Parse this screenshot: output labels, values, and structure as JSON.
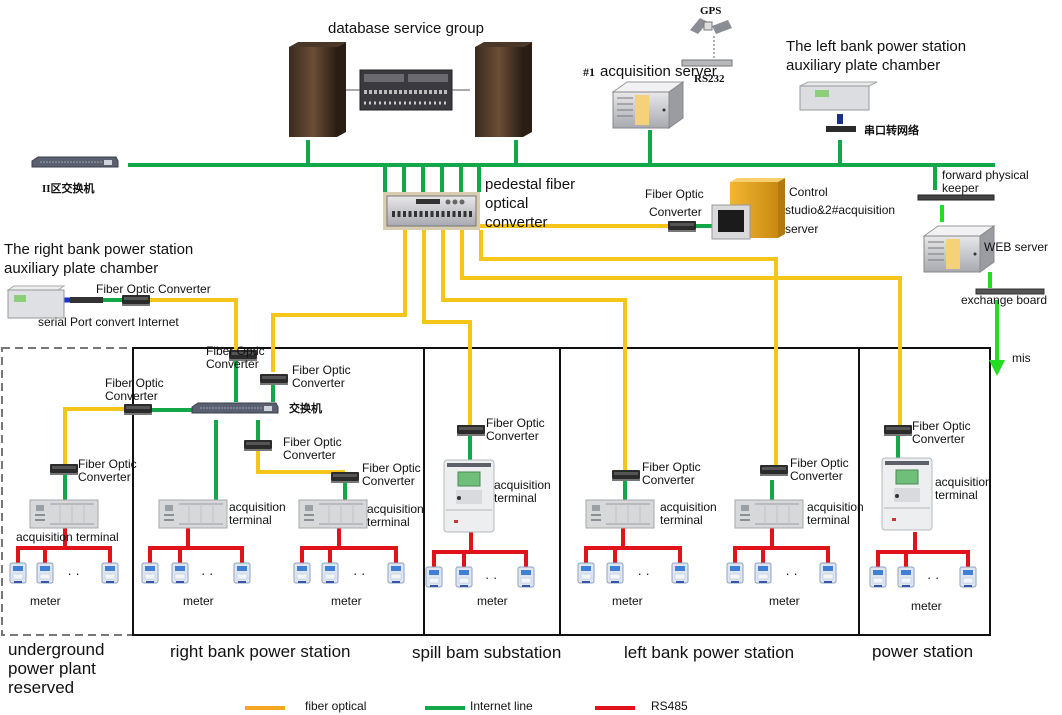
{
  "title_labels": {
    "database_group": "database service group",
    "gps": "GPS",
    "rs232": "RS232",
    "acq_server_1_prefix": "#1",
    "acq_server_1": "acquisition server",
    "left_bank_chamber_line1": "The left bank power station",
    "left_bank_chamber_line2": "auxiliary plate chamber",
    "serial_to_network": "串口转网络",
    "zone2_switch": "II区交换机",
    "pedestal_line1": "pedestal fiber",
    "pedestal_line2": "optical",
    "pedestal_line3": "converter",
    "foc_top_line1": "Fiber Optic",
    "foc_top_line2": "Converter",
    "control_line1": "Control",
    "control_line2": "studio&2#acquisition",
    "control_line3": "server",
    "forward_keeper_line1": "forward physical",
    "forward_keeper_line2": "keeper",
    "web_server": "WEB server",
    "exchange_board": "exchange board",
    "mis": "mis",
    "right_bank_chamber_line1": "The right bank power station",
    "right_bank_chamber_line2": "auxiliary plate chamber",
    "foc_single": "Fiber Optic Converter",
    "serial_port_convert": "serial Port convert Internet",
    "switch_cn": "交换机"
  },
  "common": {
    "foc_line1": "Fiber Optic",
    "foc_line2": "Converter",
    "acq_line1": "acquisition",
    "acq_line2": "terminal",
    "acq_terminal": "acquisition terminal",
    "meter": "meter",
    "ellipsis": "· ·"
  },
  "sections": [
    {
      "name": "underground",
      "line1": "underground",
      "line2": "power plant",
      "line3": "reserved",
      "reserved": true
    },
    {
      "name": "right-bank",
      "label": "right bank power station"
    },
    {
      "name": "spill-bam",
      "label": "spill bam substation"
    },
    {
      "name": "left-bank",
      "label": "left bank power station"
    },
    {
      "name": "power-station",
      "label": "power station"
    }
  ],
  "legend": [
    {
      "label": "fiber optical",
      "color": "#f5a623"
    },
    {
      "label": "Internet line",
      "color": "#12a84a"
    },
    {
      "label": "RS485",
      "color": "#e0131b"
    }
  ],
  "colors": {
    "fiber": "#f5c518",
    "internet": "#12a84a",
    "rs485": "#e0131b"
  }
}
